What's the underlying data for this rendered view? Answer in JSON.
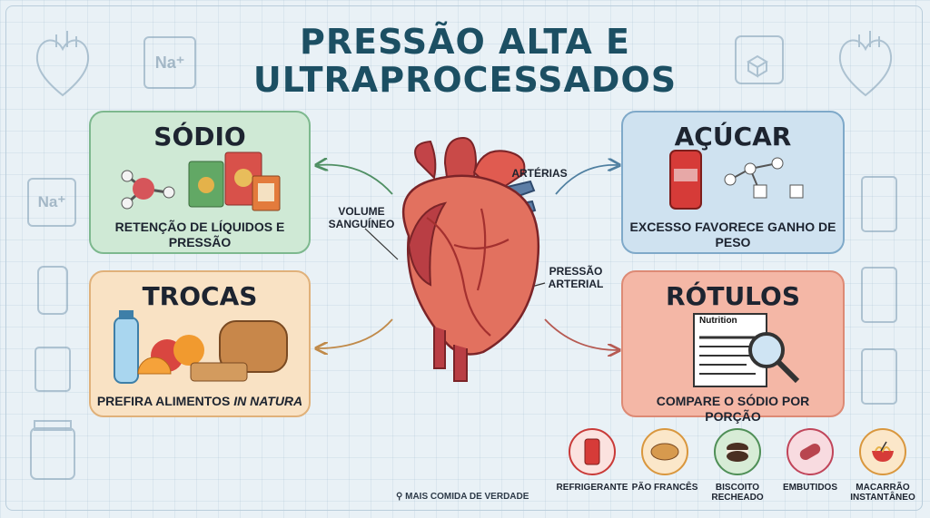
{
  "title": {
    "line1": "PRESSÃO ALTA E",
    "line2": "ULTRAPROCESSADOS"
  },
  "cards": {
    "sodio": {
      "title": "SÓDIO",
      "text": "RETENÇÃO DE LÍQUIDOS E PRESSÃO"
    },
    "trocas": {
      "title": "TROCAS",
      "text_plain": "PREFIRA ALIMENTOS ",
      "text_italic": "IN NATURA"
    },
    "acucar": {
      "title": "AÇÚCAR",
      "text": "EXCESSO FAVORECE GANHO DE PESO"
    },
    "rotulos": {
      "title": "RÓTULOS",
      "text": "COMPARE O SÓDIO POR PORÇÃO",
      "nutrition_label": "Nutrition"
    }
  },
  "heart_labels": {
    "volume": "VOLUME SANGUÍNEO",
    "arterias": "ARTÉRIAS",
    "pressao": "PRESSÃO ARTERIAL"
  },
  "deco_text": {
    "na_top": "Na⁺",
    "na_left": "Na⁺"
  },
  "foods": [
    {
      "name": "REFRIGERANTE",
      "color": "#c93a38"
    },
    {
      "name": "PÃO FRANCÊS",
      "color": "#d9973e"
    },
    {
      "name": "BISCOITO RECHEADO",
      "color": "#4f8f57"
    },
    {
      "name": "EMBUTIDOS",
      "color": "#c0455a"
    },
    {
      "name": "MACARRÃO INSTANTÂNEO",
      "color": "#d9973e"
    }
  ],
  "footer": "MAIS COMIDA DE VERDADE"
}
